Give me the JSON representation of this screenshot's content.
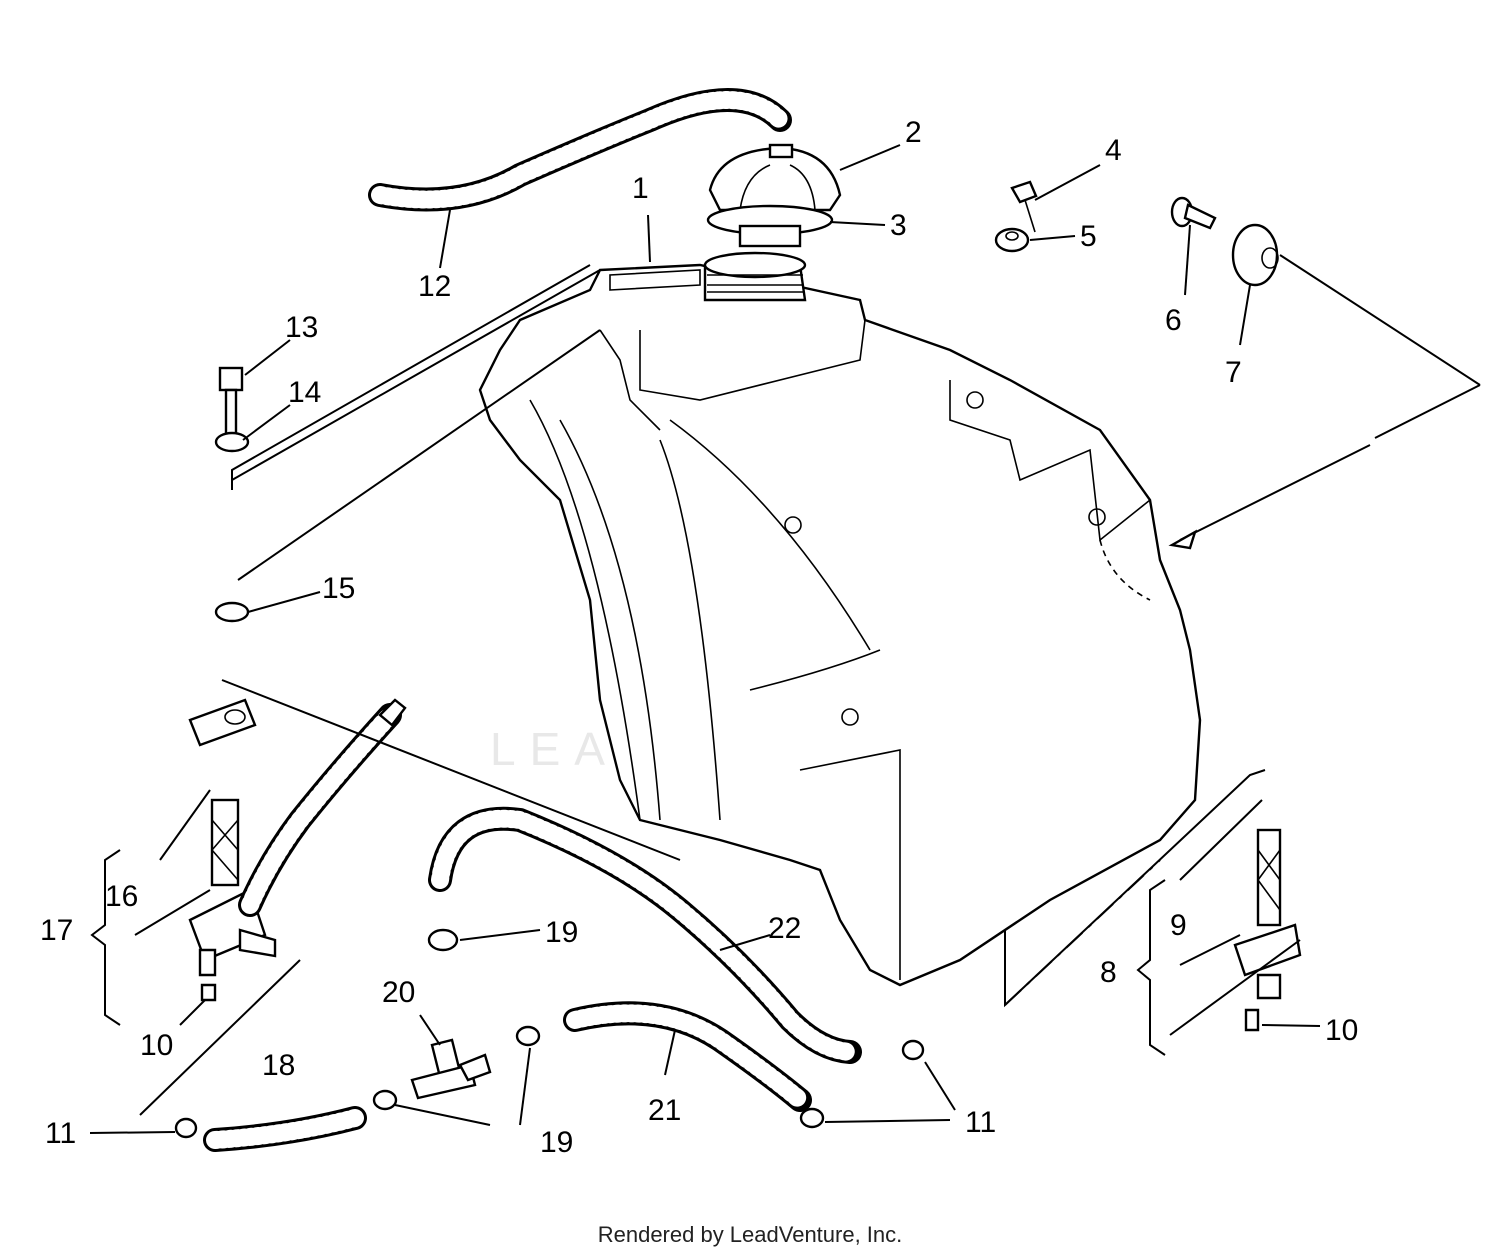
{
  "watermark": "LEADVENTURE",
  "footer": "Rendered by LeadVenture, Inc.",
  "callouts": [
    "1",
    "2",
    "3",
    "4",
    "5",
    "6",
    "7",
    "8",
    "9",
    "10",
    "10",
    "11",
    "11",
    "12",
    "13",
    "14",
    "15",
    "16",
    "17",
    "18",
    "19",
    "19",
    "20",
    "21",
    "22"
  ]
}
